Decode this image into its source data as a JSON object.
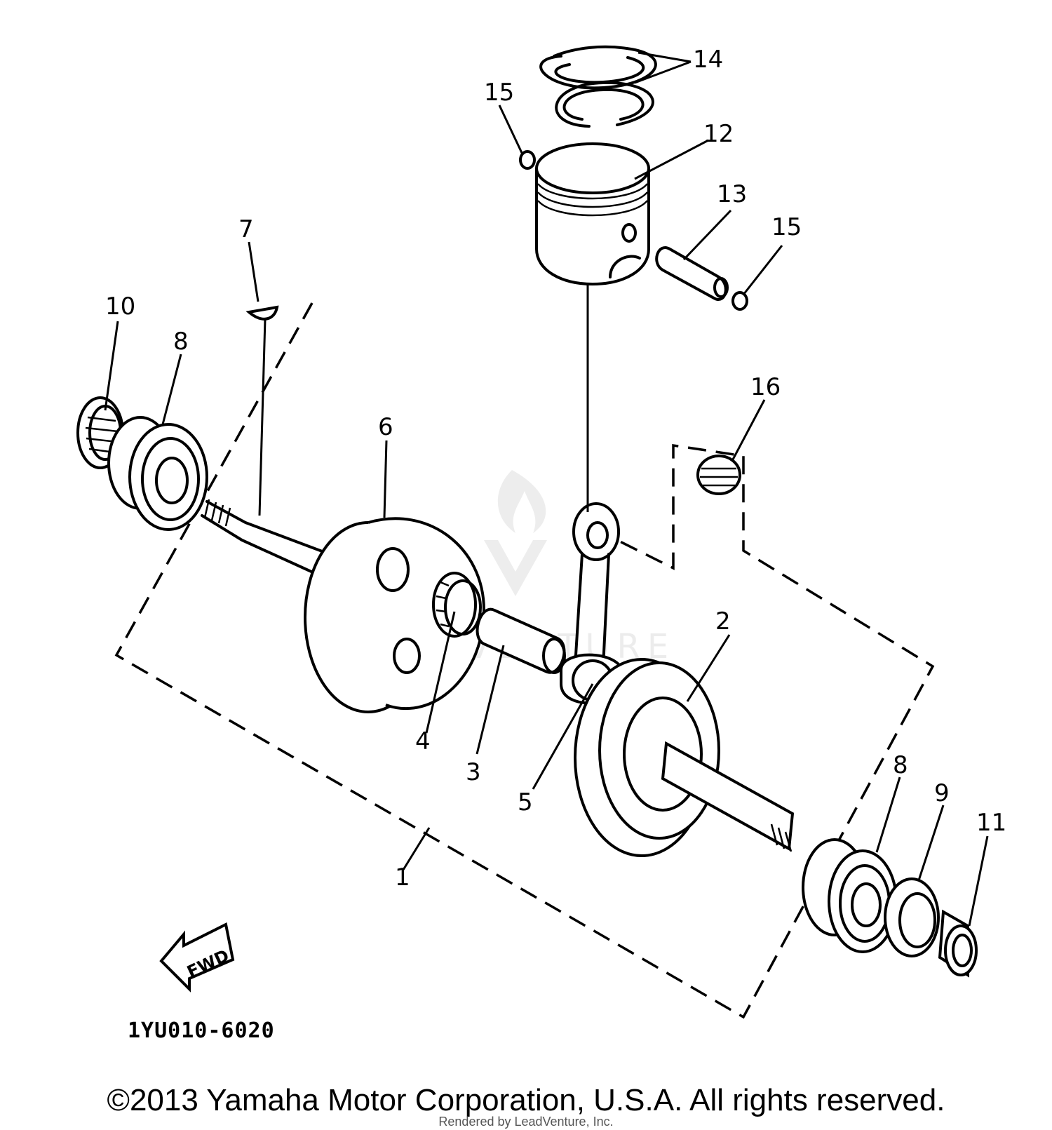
{
  "diagram": {
    "code": "1YU010-6020",
    "forward_label": "FWD",
    "copyright": "©2013 Yamaha Motor Corporation, U.S.A. All rights reserved.",
    "rendered_by": "Rendered by LeadVenture, Inc.",
    "watermark": "LEADVENTURE",
    "callouts": {
      "c1": "1",
      "c2": "2",
      "c3": "3",
      "c4": "4",
      "c5": "5",
      "c6": "6",
      "c7": "7",
      "c8a": "8",
      "c8b": "8",
      "c9": "9",
      "c10": "10",
      "c11": "11",
      "c12": "12",
      "c13": "13",
      "c14": "14",
      "c15a": "15",
      "c15b": "15",
      "c16": "16"
    }
  }
}
